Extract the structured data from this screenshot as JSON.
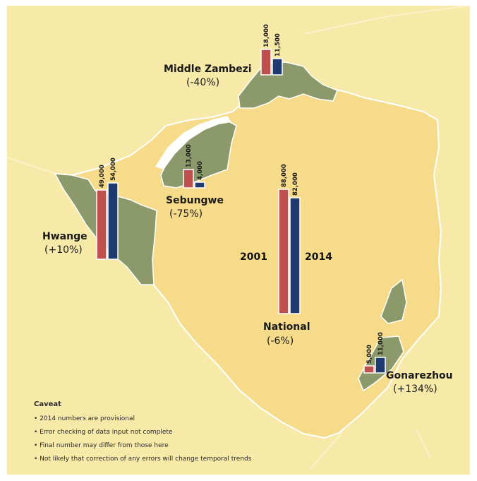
{
  "chart_data": {
    "type": "bar",
    "chart_kind": "map with grouped bar charts",
    "colors": {
      "background": "#f7e9a8",
      "country": "#f6dc8a",
      "protected_area": "#8c9a6b",
      "lake": "#ffffff",
      "border": "#ffffff",
      "series_2001": "#c0504d",
      "series_2014": "#1f3a6e"
    },
    "value_scale_max": 88000,
    "year_labels": [
      "2001",
      "2014"
    ],
    "series": [
      {
        "key": "2001",
        "color": "#c0504d"
      },
      {
        "key": "2014",
        "color": "#1f3a6e"
      }
    ],
    "regions": [
      {
        "name": "Middle Zambezi",
        "change": "(-40%)",
        "values": [
          18000,
          11500
        ],
        "value_labels": [
          "18,000",
          "11,500"
        ]
      },
      {
        "name": "Sebungwe",
        "change": "(-75%)",
        "values": [
          13000,
          4000
        ],
        "value_labels": [
          "13,000",
          "4,000"
        ]
      },
      {
        "name": "Hwange",
        "change": "(+10%)",
        "values": [
          49000,
          54000
        ],
        "value_labels": [
          "49,000",
          "54,000"
        ]
      },
      {
        "name": "National",
        "change": "(-6%)",
        "values": [
          88000,
          82000
        ],
        "value_labels": [
          "88,000",
          "82,000"
        ]
      },
      {
        "name": "Gonarezhou",
        "change": "(+134%)",
        "values": [
          5000,
          11000
        ],
        "value_labels": [
          "5,000",
          "11,000"
        ]
      }
    ]
  },
  "caveat": {
    "title": "Caveat",
    "items": [
      "2014 numbers are provisional",
      "Error checking of data input not complete",
      "Final number may differ from those here",
      "Not likely that correction of any errors will change temporal trends"
    ]
  }
}
